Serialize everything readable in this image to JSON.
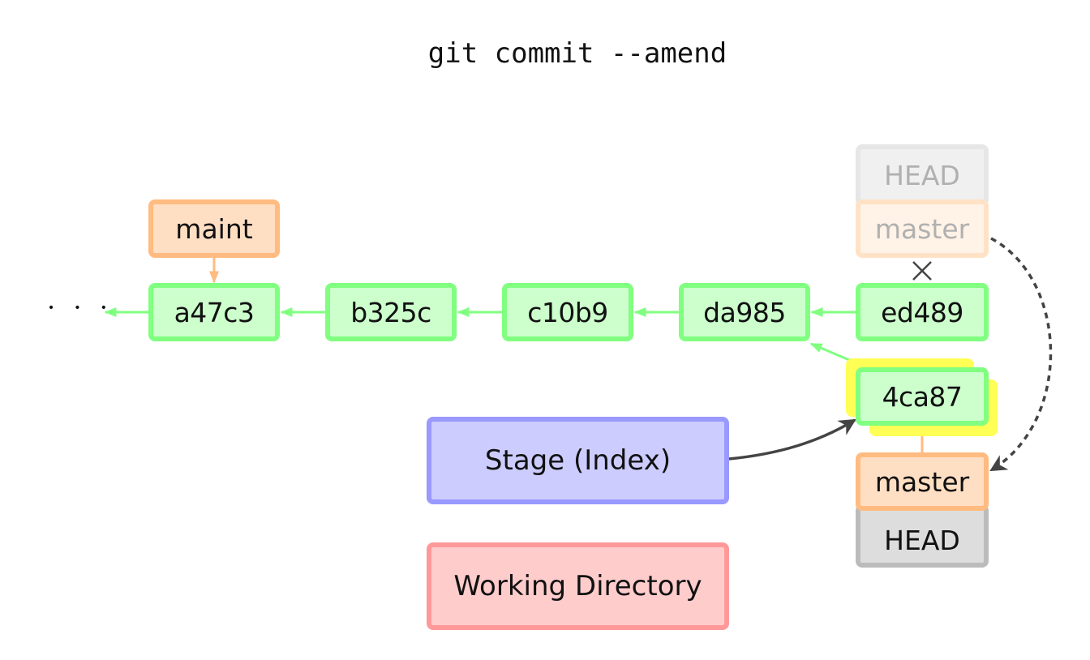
{
  "title": "git commit --amend",
  "ellipsis": "· · ·",
  "commits": {
    "a47c3": "a47c3",
    "b325c": "b325c",
    "c10b9": "c10b9",
    "da985": "da985",
    "ed489": "ed489",
    "new": "4ca87"
  },
  "branches": {
    "maint": "maint",
    "old_master": "master",
    "new_master": "master"
  },
  "heads": {
    "old": "HEAD",
    "new": "HEAD"
  },
  "areas": {
    "stage": "Stage (Index)",
    "working_directory": "Working Directory"
  },
  "colors": {
    "commit_fill": "#ccffcc",
    "commit_border": "#80ff80",
    "branch_fill": "#ffdfc4",
    "branch_border": "#ffbb80",
    "head_fill": "#dddddd",
    "head_border": "#bbbbbb",
    "stage_fill": "#ccccff",
    "stage_border": "#9999ff",
    "workdir_fill": "#ffcccc",
    "workdir_border": "#ff9999",
    "highlight": "#ffff55",
    "arrow_dark": "#444444"
  }
}
